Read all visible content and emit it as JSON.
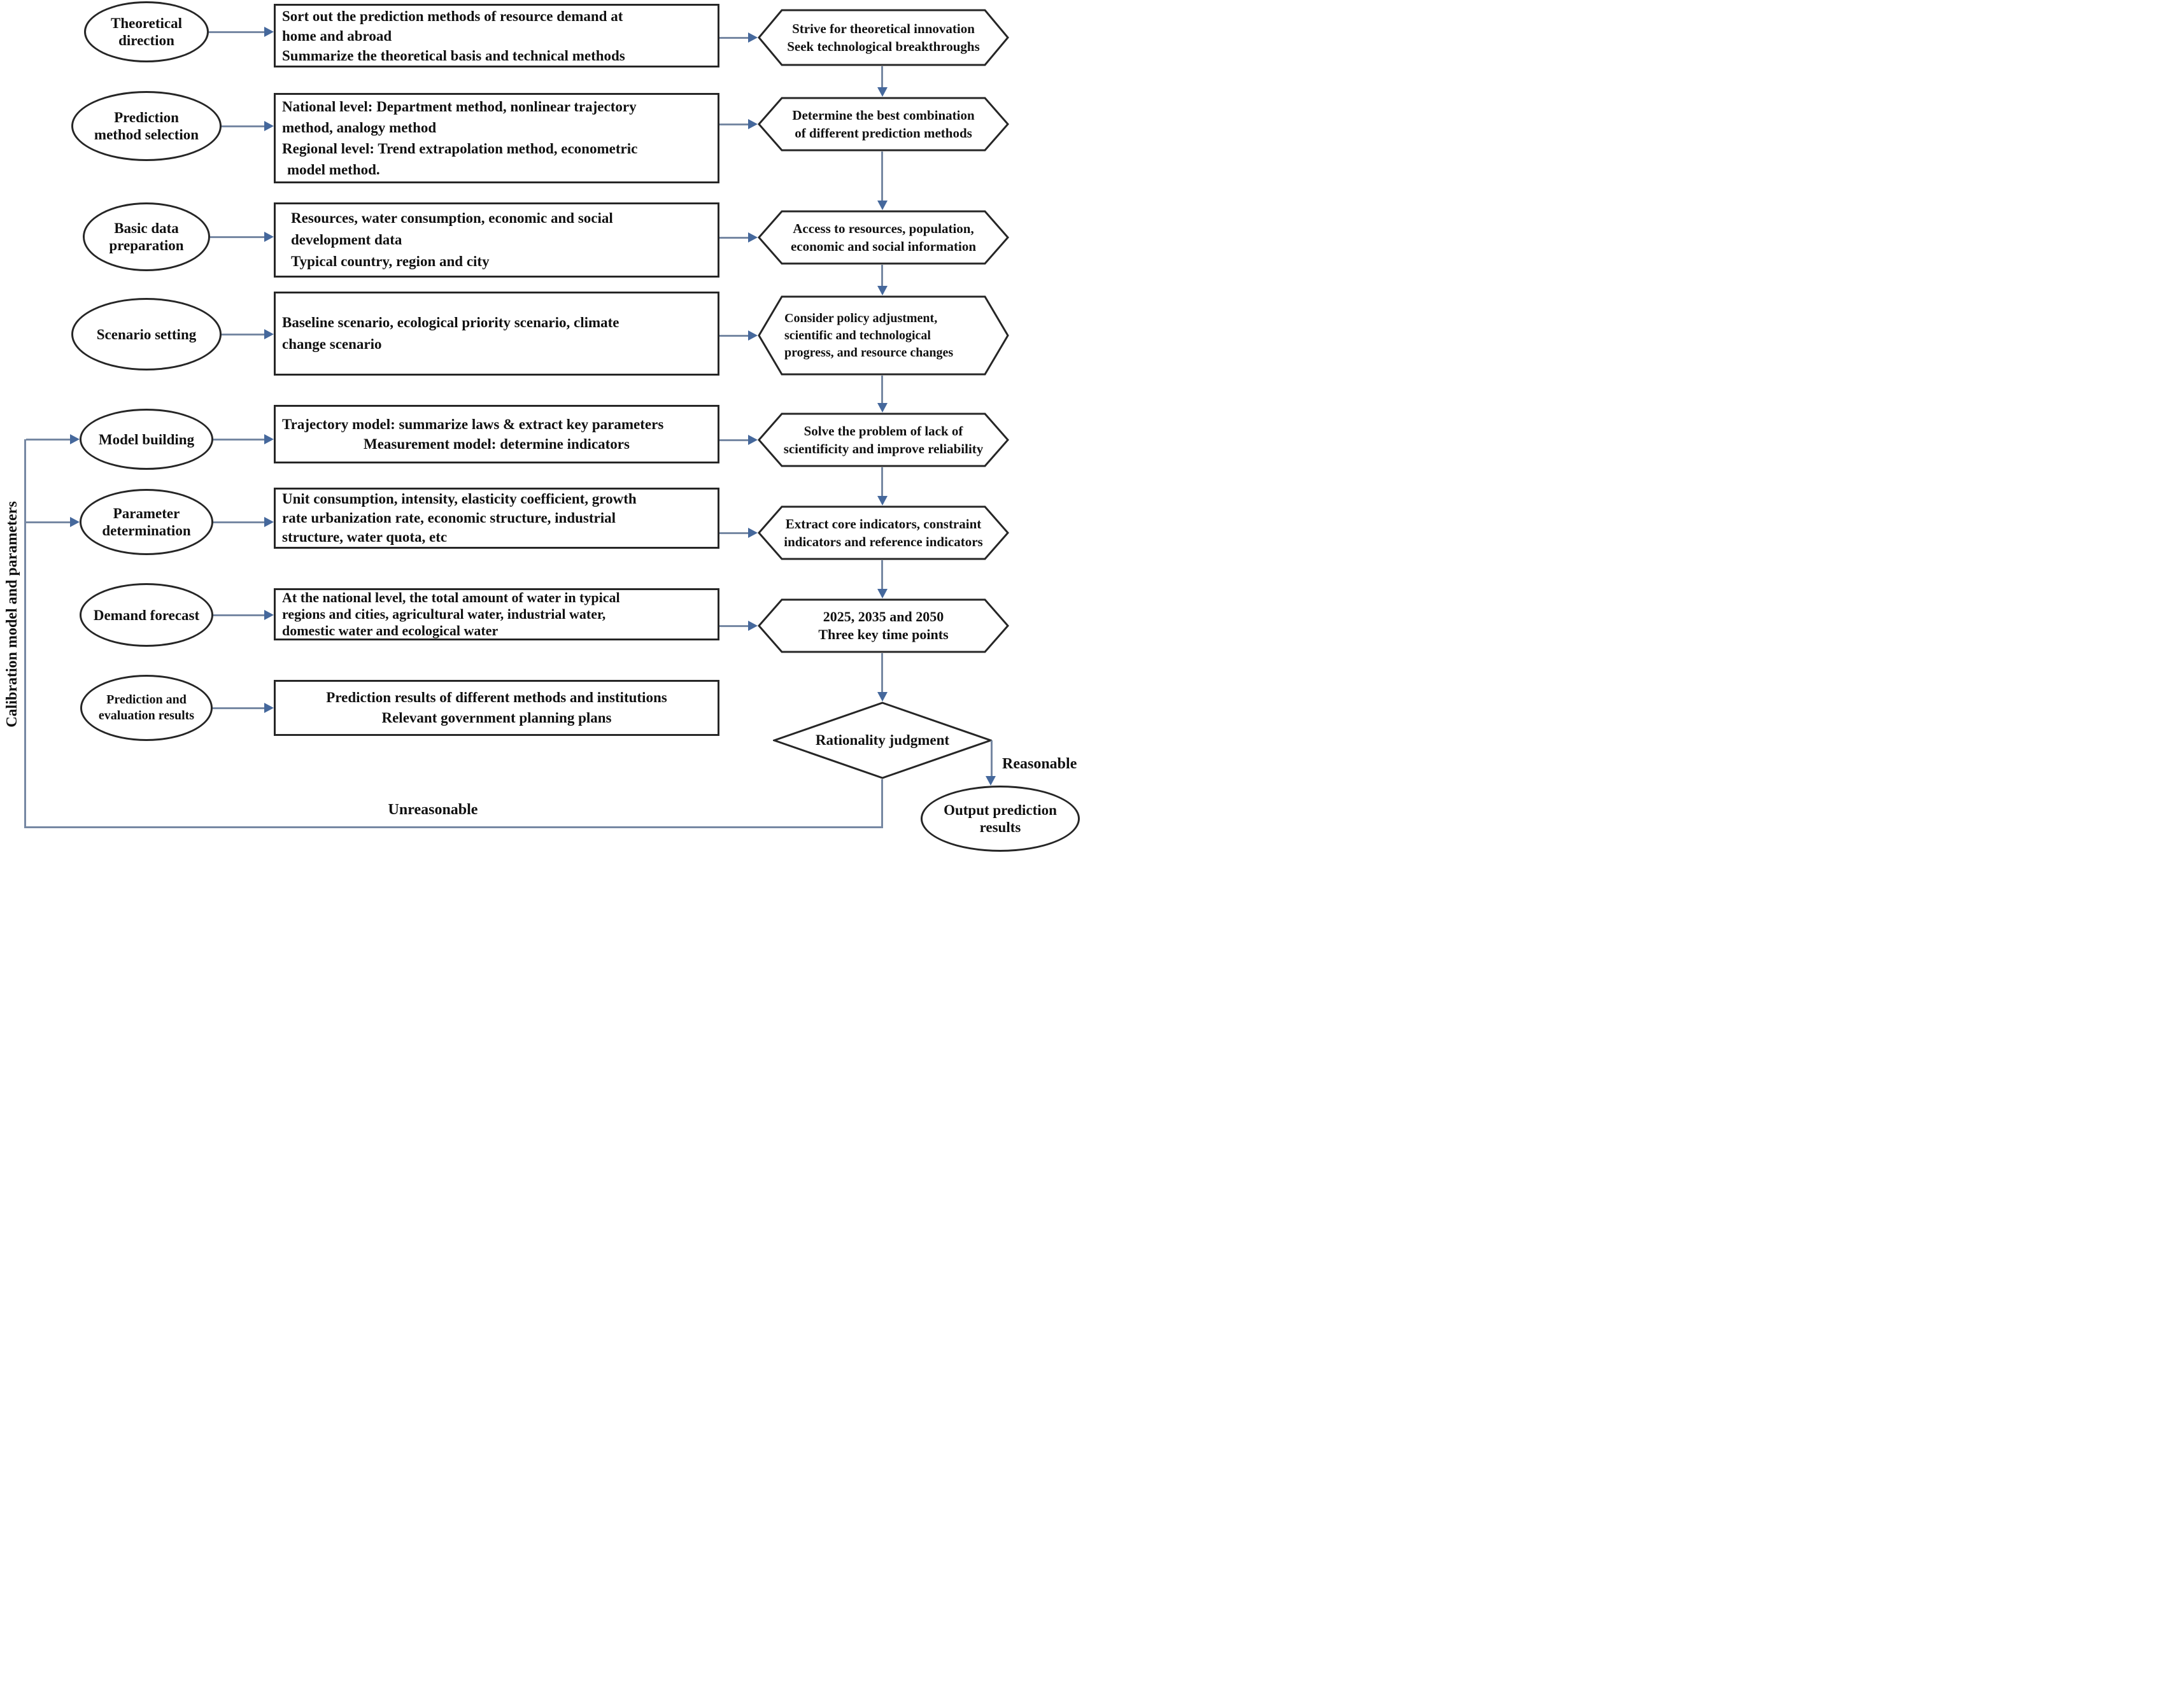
{
  "colors": {
    "background": "#ffffff",
    "node_border": "#262626",
    "text": "#111111",
    "arrow_line": "#7688A3",
    "arrow_head": "#45689C"
  },
  "feedback_label": "Calibration model and parameters",
  "labels": {
    "reasonable": "Reasonable",
    "unreasonable": "Unreasonable"
  },
  "decision": {
    "label": "Rationality judgment"
  },
  "output": {
    "lines": [
      "Output prediction",
      "results"
    ]
  },
  "rows": [
    {
      "stage": [
        "Theoretical",
        "direction"
      ],
      "detail": [
        "Sort out the prediction methods of resource demand at",
        "home and abroad",
        "Summarize the theoretical basis and technical methods"
      ],
      "outcome": [
        "Strive for theoretical innovation",
        "Seek technological breakthroughs"
      ]
    },
    {
      "stage": [
        "Prediction",
        "method selection"
      ],
      "detail": [
        "National level: Department method, nonlinear trajectory",
        "method, analogy method",
        "Regional level: Trend extrapolation method, econometric",
        "model method."
      ],
      "outcome": [
        "Determine the best combination",
        "of different prediction methods"
      ]
    },
    {
      "stage": [
        "Basic data",
        "preparation"
      ],
      "detail": [
        "Resources, water consumption, economic and social",
        "development data",
        "Typical country, region and city"
      ],
      "outcome": [
        "Access to resources, population,",
        "economic and social information"
      ]
    },
    {
      "stage": [
        "Scenario setting"
      ],
      "detail": [
        "Baseline scenario, ecological priority scenario, climate",
        "change scenario"
      ],
      "outcome": [
        "Consider policy adjustment,",
        "scientific and technological",
        "progress, and resource changes"
      ]
    },
    {
      "stage": [
        "Model building"
      ],
      "detail": [
        "Trajectory model: summarize laws & extract key parameters",
        "Measurement model: determine indicators"
      ],
      "outcome": [
        "Solve the problem of lack of",
        "scientificity and improve reliability"
      ]
    },
    {
      "stage": [
        "Parameter",
        "determination"
      ],
      "detail": [
        "Unit consumption, intensity, elasticity coefficient, growth",
        "rate urbanization rate, economic structure, industrial",
        "structure, water quota, etc"
      ],
      "outcome": [
        "Extract core indicators, constraint",
        "indicators and reference indicators"
      ]
    },
    {
      "stage": [
        "Demand forecast"
      ],
      "detail": [
        "At the national level, the total amount of water in typical",
        "regions and cities, agricultural water, industrial water,",
        "domestic water and ecological water"
      ],
      "outcome": [
        "2025, 2035 and 2050",
        "Three key time points"
      ]
    },
    {
      "stage": [
        "Prediction and",
        "evaluation results"
      ],
      "detail": [
        "Prediction results of different methods and institutions",
        "Relevant government planning plans"
      ]
    }
  ]
}
